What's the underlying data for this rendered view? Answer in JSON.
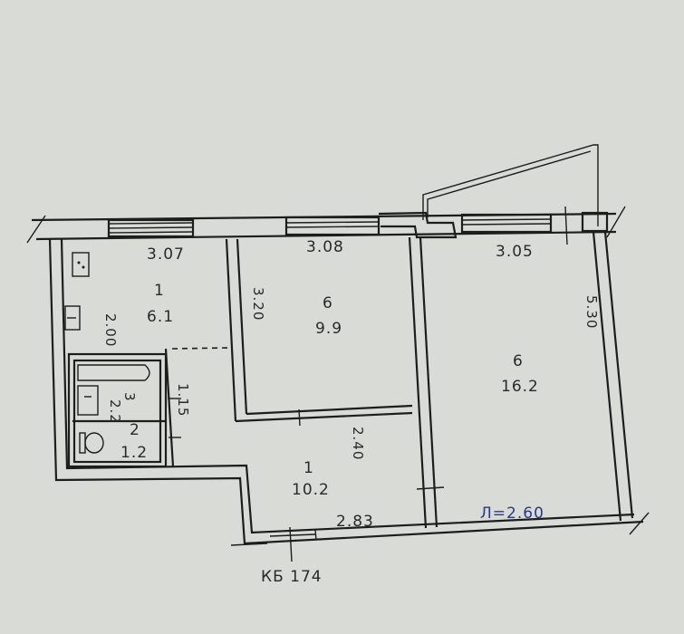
{
  "plan": {
    "walls_top": {
      "kitchen": "3.07",
      "middle_room": "3.08",
      "large_room": "3.05"
    },
    "side_dims": {
      "kitchen_depth": "2.00",
      "middle_room_depth": "3.20",
      "large_room_depth": "5.30",
      "bath_depth": "1.15",
      "hall_depth": "2.40"
    },
    "hall_width": "2.83",
    "rooms": {
      "kitchen": {
        "number": "1",
        "area": "6.1"
      },
      "middle_room": {
        "number": "6",
        "area": "9.9"
      },
      "large_room": {
        "number": "6",
        "area": "16.2"
      },
      "hall": {
        "number": "1",
        "area": "10.2"
      },
      "bathroom": {
        "number": "3",
        "area": "2.2"
      },
      "toilet": {
        "number": "2",
        "area": "1.2"
      }
    },
    "ceiling_height": "Л=2.60",
    "footer_code": "КБ 174"
  },
  "colors": {
    "paper": "#d9dbd6",
    "ink": "#1d1d1d",
    "blue_ink": "#2b3a8a"
  }
}
